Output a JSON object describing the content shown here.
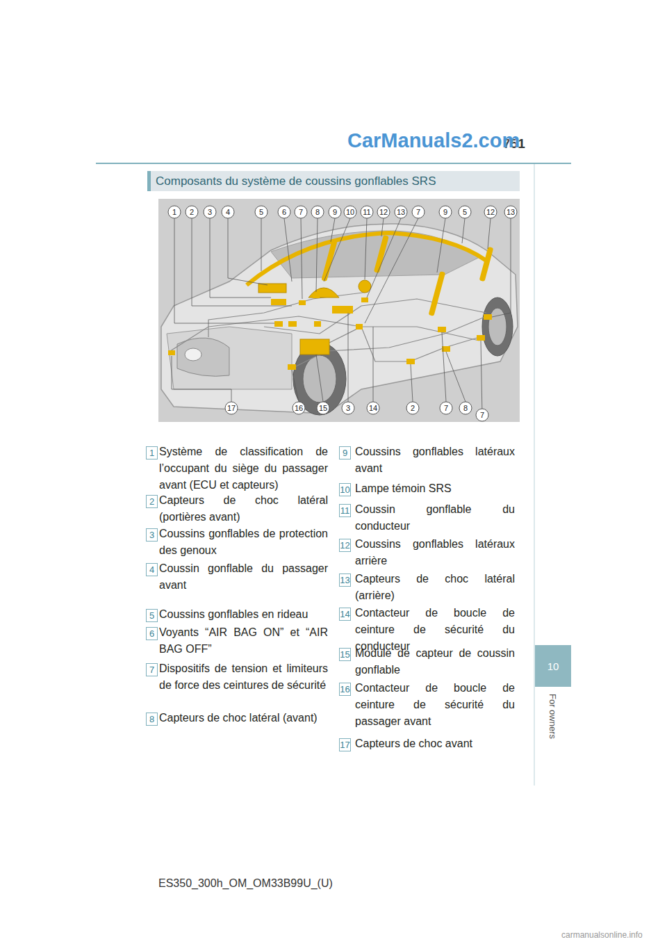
{
  "diagram": {
    "title": "Composants du système de coussins gonflables SRS",
    "nodes": [
      {
        "text": [
          "10"
        ]
      }
    ],
    "labels": [
      "751",
      "CarManuals2.com",
      "1",
      "2",
      "3",
      "4",
      "5",
      "6",
      "7",
      "8",
      "9",
      "10",
      "11",
      "12",
      "13",
      "7",
      "9",
      "5",
      "12",
      "13",
      "17",
      "16",
      "15",
      "3",
      "14",
      "2",
      "7",
      "8",
      "7",
      "1",
      "Système de classification de l’occupant du siège du passager avant (ECU et capteurs)",
      "2",
      "Capteurs de choc latéral (portières avant)",
      "3",
      "Coussins gonflables de protection des genoux",
      "4",
      "Coussin gonflable du passager avant",
      "5",
      "Coussins gonflables en rideau",
      "6",
      "Voyants “AIR BAG ON” et “AIR BAG OFF”",
      "7",
      "Dispositifs de tension et limiteurs de force des ceintures de sécurité",
      "8",
      "Capteurs de choc latéral (avant)",
      "9",
      "Coussins gonflables latéraux avant",
      "10",
      "Lampe témoin SRS",
      "11",
      "Coussin gonflable du conducteur",
      "12",
      "Coussins gonflables latéraux arrière",
      "13",
      "Capteurs de choc latéral (arrière)",
      "14",
      "Contacteur de boucle de ceinture de sécurité du conducteur",
      "15",
      "Module de capteur de coussin gonflable",
      "16",
      "Contacteur de boucle de ceinture de sécurité du passager avant",
      "17",
      "Capteurs de choc avant",
      "For owners",
      "ES350_300h_OM_OM33B99U_(U)",
      "carmanualsonline.info"
    ]
  }
}
